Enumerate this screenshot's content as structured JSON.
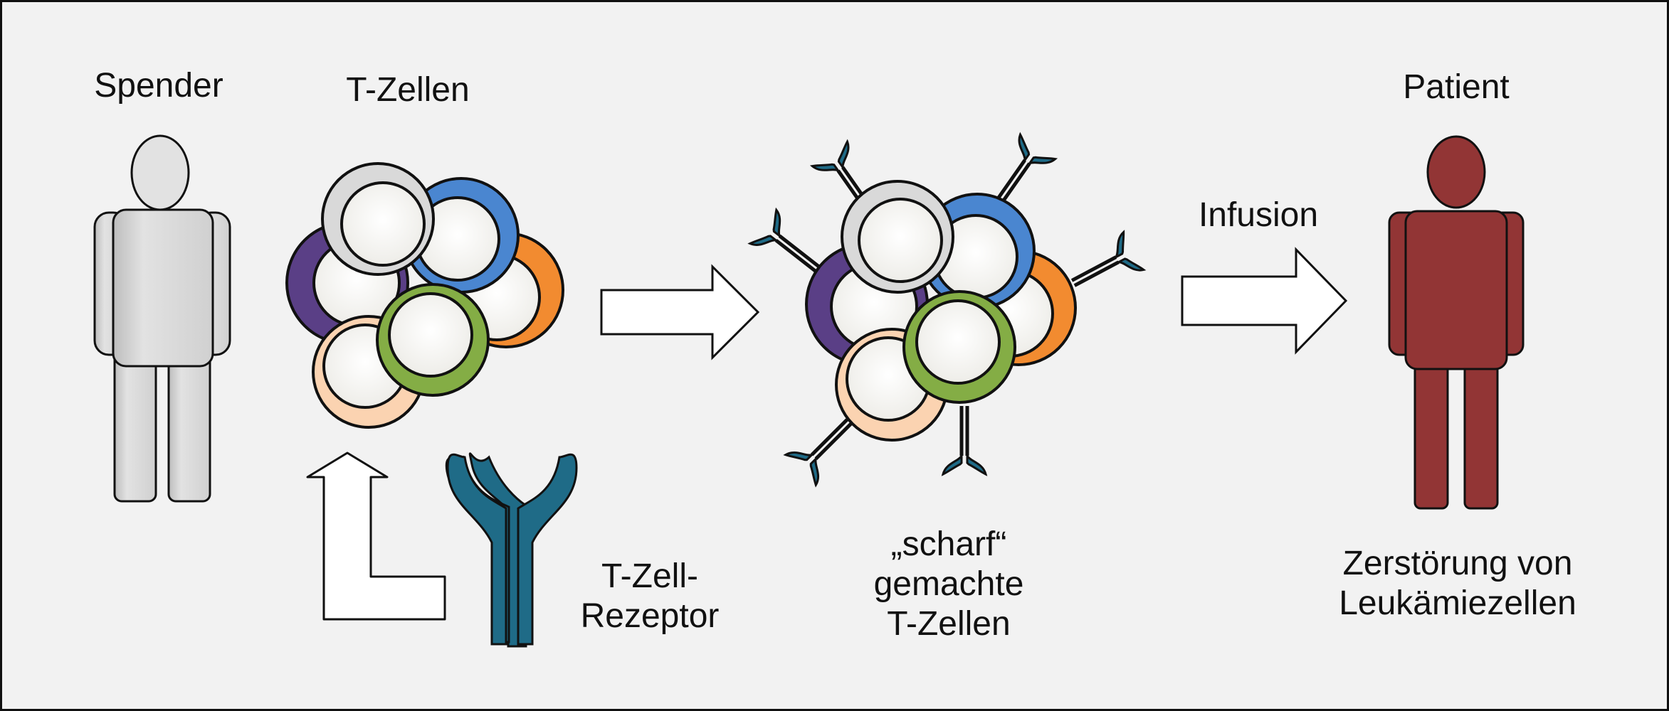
{
  "diagram": {
    "labels": {
      "donor": "Spender",
      "t_cells": "T-Zellen",
      "receptor": "T-Zell-\nRezeptor",
      "armed_cells": "„scharf“\ngemachte\nT-Zellen",
      "infusion": "Infusion",
      "patient": "Patient",
      "outcome": "Zerstörung von\nLeukämiezellen"
    },
    "colors": {
      "background": "#f2f2f2",
      "donor_fill": "#dcdcdc",
      "patient_fill": "#923535",
      "receptor_fill": "#1f6b87",
      "cell_gray": "#d9d9d9",
      "cell_blue": "#4a86d0",
      "cell_purple": "#5a3f86",
      "cell_orange": "#f28b30",
      "cell_green": "#84ad45",
      "cell_peach": "#fbd3b1",
      "nucleus": "#fafaf7"
    },
    "flow": [
      "Spender",
      "T-Zellen",
      "T-Zell-Rezeptor",
      "scharf gemachte T-Zellen",
      "Infusion",
      "Patient"
    ]
  }
}
